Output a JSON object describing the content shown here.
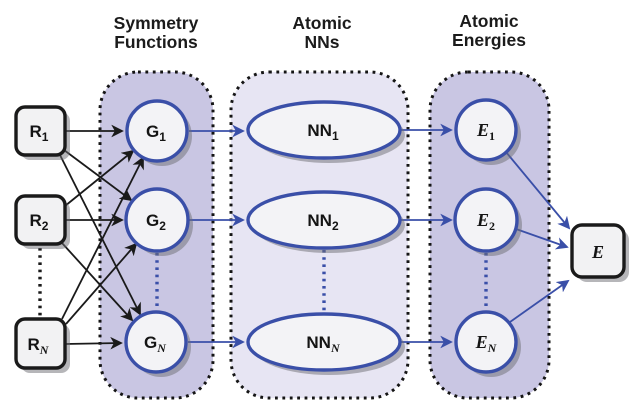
{
  "headers": {
    "symmetry": {
      "line1": "Symmetry",
      "line2": "Functions"
    },
    "nns": {
      "line1": "Atomic",
      "line2": "NNs"
    },
    "energies": {
      "line1": "Atomic",
      "line2": "Energies"
    }
  },
  "nodes": {
    "inputs": [
      {
        "base": "R",
        "sub": "1"
      },
      {
        "base": "R",
        "sub": "2"
      },
      {
        "base": "R",
        "sub": "N"
      }
    ],
    "symmetry": [
      {
        "base": "G",
        "sub": "1"
      },
      {
        "base": "G",
        "sub": "2"
      },
      {
        "base": "G",
        "sub": "N"
      }
    ],
    "nns": [
      {
        "base": "NN",
        "sub": "1"
      },
      {
        "base": "NN",
        "sub": "2"
      },
      {
        "base": "NN",
        "sub": "N"
      }
    ],
    "energies": [
      {
        "base": "E",
        "sub": "1"
      },
      {
        "base": "E",
        "sub": "2"
      },
      {
        "base": "E",
        "sub": "N"
      }
    ],
    "total_energy": {
      "base": "E"
    }
  },
  "colors": {
    "blue_accent": "#3a4fa8",
    "black_stroke": "#1a1a1a",
    "region_fill_dark": "#c9c6e3",
    "region_fill_light": "#e7e5f3",
    "node_fill": "#f3f3f6",
    "background": "#ffffff"
  }
}
